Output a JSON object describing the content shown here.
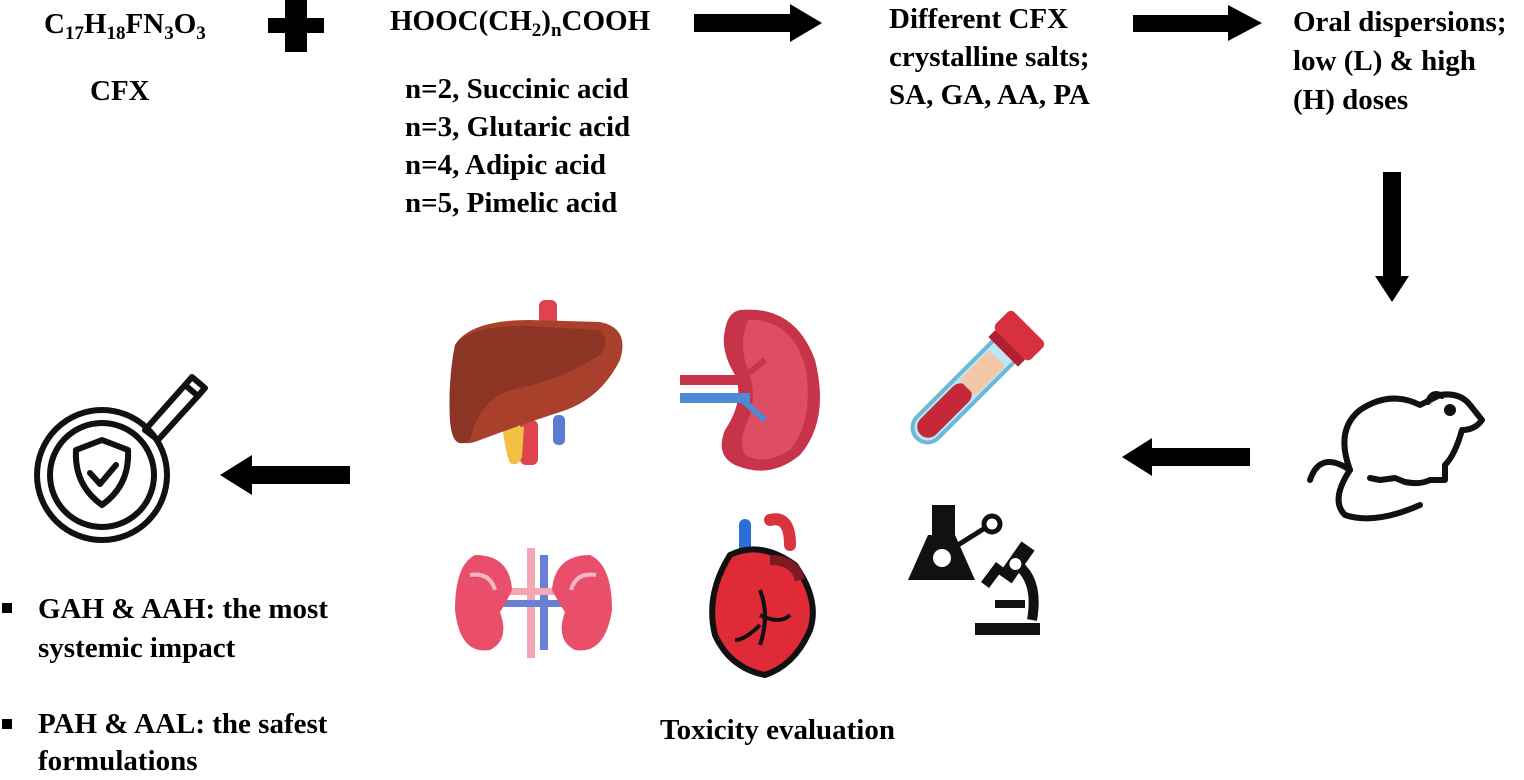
{
  "reactant_cfx": {
    "formula_parts": [
      {
        "text": "C",
        "sub": "17"
      },
      {
        "text": "H",
        "sub": "18"
      },
      {
        "text": "FN",
        "sub": "3"
      },
      {
        "text": "O",
        "sub": "3"
      }
    ],
    "label": "CFX"
  },
  "reactant_acid": {
    "formula_parts": [
      {
        "text": "HOOC(CH",
        "sub": "2"
      },
      {
        "text": ")",
        "sub": "n"
      },
      {
        "text": "COOH",
        "sub": ""
      }
    ],
    "acids": [
      "n=2, Succinic acid",
      "n=3, Glutaric acid",
      "n=4, Adipic acid",
      "n=5, Pimelic acid"
    ]
  },
  "product": {
    "lines": [
      "Different CFX",
      "crystalline salts;",
      "SA, GA, AA, PA"
    ]
  },
  "dosing": {
    "lines": [
      "Oral dispersions;",
      "low (L) & high",
      "(H) doses"
    ]
  },
  "evaluation": {
    "label": "Toxicity evaluation",
    "icons": [
      "liver-icon",
      "spleen-icon",
      "blood-tube-icon",
      "kidneys-icon",
      "heart-icon",
      "lab-microscope-icon"
    ]
  },
  "animal": {
    "icon": "rat-icon"
  },
  "conclusion": {
    "icon": "safety-check-icon",
    "bullets": [
      [
        "GAH & AAH: the most",
        "systemic impact"
      ],
      [
        "PAH & AAL: the safest",
        "formulations"
      ]
    ]
  }
}
